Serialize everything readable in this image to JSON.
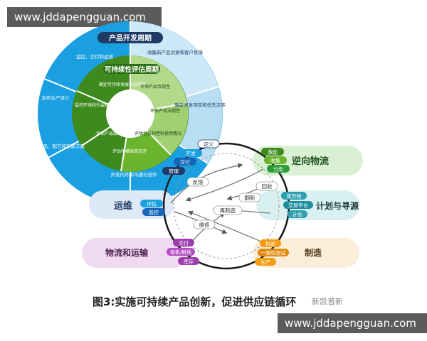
{
  "watermark": {
    "top": "www.jddapengguan.com",
    "bottom": "www.jddapengguan.com"
  },
  "logo_text": "新凯普新",
  "figure_caption": "图3:实施可持续产品创新，促进供应链循环",
  "ring": {
    "outer_title": "产品开发周期",
    "outer_segments": [
      "监控、交付和运维",
      "收集新产品创意和客户反馈",
      "确定开发项目和优先次序",
      "开发内外部沟通与协作",
      "设计产品、配方和包装方案",
      "发布生产设计"
    ],
    "middle_title": "可持续性评估周期",
    "middle_segments": [
      "确定可持续发展改进项目",
      "监控环境和社会绩效",
      "评估产品成本",
      "评估和模拟碳足迹",
      "评估包装和塑料使用情况",
      "评估产品法规性",
      "评估产品合规性"
    ]
  },
  "sections": {
    "reverse_logistics": "逆向物流",
    "plan_source": "计划与寻源",
    "operations": "运维",
    "logistics": "物流和运输",
    "manufacturing": "制造"
  },
  "steps": {
    "define": "定义",
    "develop": "开发",
    "deliver": "交付",
    "manage": "管理",
    "incentive": "激励",
    "collect": "收集",
    "classify": "分类",
    "waste": "废弃物",
    "trading_platform": "交易平台",
    "plan": "计划",
    "evaluate": "评估",
    "monitor": "监控",
    "disassemble": "拆卸",
    "consistency_test": "一致性测试",
    "produce": "生产",
    "deliver2": "交付",
    "sale_lease": "销售/租赁",
    "inventory": "库存"
  },
  "flows": {
    "feedback": "反馈",
    "recycle": "回收",
    "refurbish": "翻新",
    "remanufacture": "再制造",
    "repair": "维修"
  },
  "colors": {
    "outer_blue": "#1aa0e0",
    "dark_blue": "#1565b8",
    "dark_green": "#3e8a1e",
    "mid_green": "#6ab52d",
    "light_green": "#b3d98a",
    "orange": "#f39c12",
    "dark_navy": "#1f3a66",
    "teal": "#2e9fb0"
  }
}
